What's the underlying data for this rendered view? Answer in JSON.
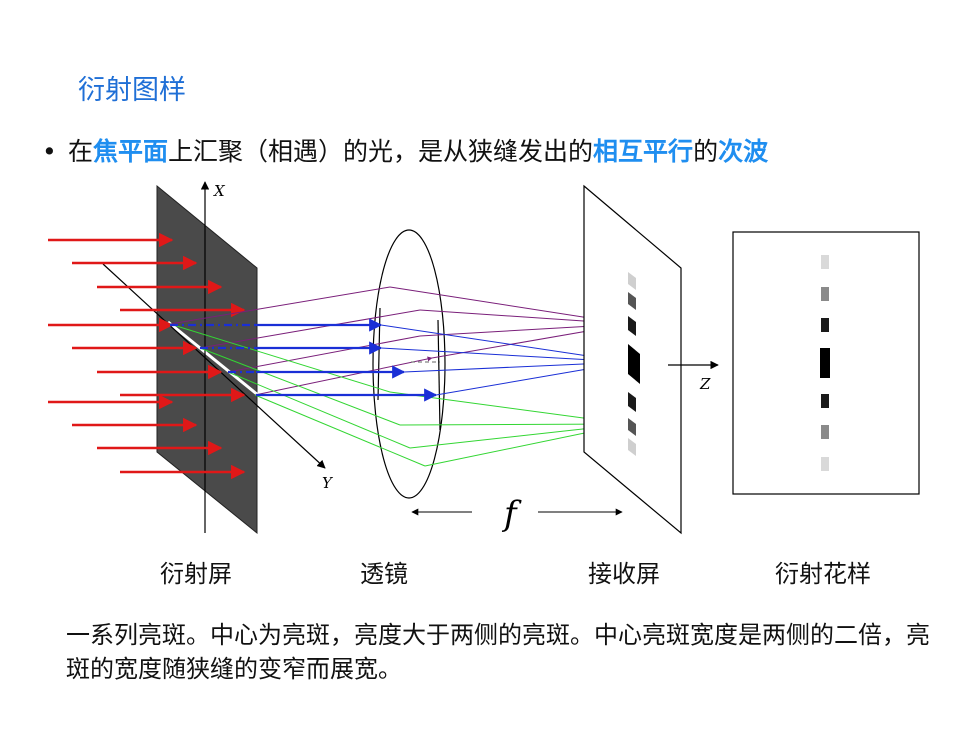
{
  "slide": {
    "title": "衍射图样",
    "bullet": {
      "marker": "•",
      "segments": [
        {
          "text": "在",
          "highlight": false
        },
        {
          "text": "焦平面",
          "highlight": true
        },
        {
          "text": "上汇聚（相遇）的光，是从狭缝发出的",
          "highlight": false
        },
        {
          "text": "相互平行",
          "highlight": true
        },
        {
          "text": "的",
          "highlight": false
        },
        {
          "text": "次波",
          "highlight": true
        }
      ]
    },
    "diagram": {
      "axis_x": "X",
      "axis_y": "Y",
      "axis_z": "Z",
      "focal_label": "f",
      "captions": {
        "slit_screen": "衍射屏",
        "lens": "透镜",
        "receiving_screen": "接收屏",
        "pattern": "衍射花样"
      },
      "colors": {
        "incident": "#e01818",
        "parallel": "#1a2fd6",
        "purple": "#7a1f7a",
        "green": "#33d633",
        "screen": "#4a4a4a",
        "highlight": "#1f8ef0"
      }
    },
    "paragraph": "一系列亮斑。中心为亮斑，亮度大于两侧的亮斑。中心亮斑宽度是两侧的二倍，亮斑的宽度随狭缝的变窄而展宽。"
  }
}
